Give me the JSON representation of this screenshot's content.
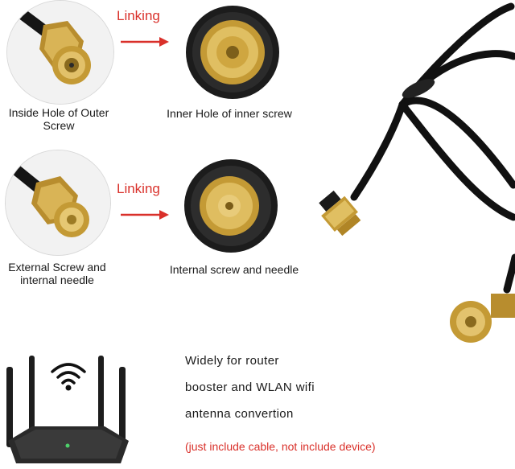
{
  "connectors": [
    {
      "caption_line1": "Inside Hole of Outer",
      "caption_line2": "Screw"
    },
    {
      "caption": "Inner Hole of inner screw"
    },
    {
      "caption_line1": "External Screw and",
      "caption_line2": "internal needle"
    },
    {
      "caption": "Internal screw and needle"
    }
  ],
  "linking_label": "Linking",
  "description": {
    "line1": "Widely for router",
    "line2": "booster and WLAN wifi",
    "line3": "antenna  convertion"
  },
  "note": "(just include cable,  not include device)",
  "colors": {
    "accent_red": "#d9302a",
    "gold": "#c9a23a",
    "cable": "#111111"
  }
}
